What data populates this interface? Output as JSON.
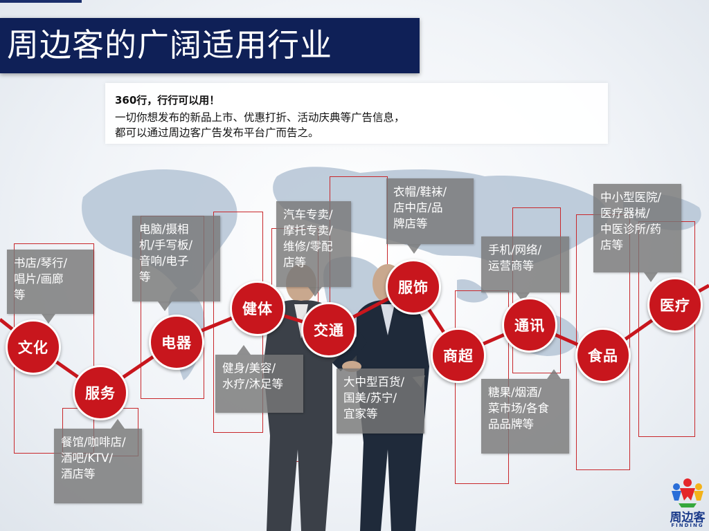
{
  "slide": {
    "title": "周边客的广阔适用行业",
    "intro": {
      "line1": "360行，行行可以用！",
      "line2": "一切你想发布的新品上市、优惠打折、活动庆典等广告信息，",
      "line3": "都可以通过周边客广告发布平台广而告之。"
    }
  },
  "industries": [
    {
      "name": "文化",
      "desc": "书店/琴行/\n唱片/画廊\n等"
    },
    {
      "name": "服务",
      "desc": "餐馆/咖啡店/\n酒吧/KTV/\n酒店等"
    },
    {
      "name": "电器",
      "desc": "电脑/摄相\n机/手写板/\n音响/电子\n等"
    },
    {
      "name": "健体",
      "desc": "健身/美容/\n水疗/沐足等"
    },
    {
      "name": "交通",
      "desc": "汽车专卖/\n摩托专卖/\n维修/零配\n店等"
    },
    {
      "name": "服饰",
      "desc": "衣帽/鞋袜/\n店中店/品\n牌店等"
    },
    {
      "name": "商超",
      "desc": "大中型百货/\n国美/苏宁/\n宜家等"
    },
    {
      "name": "通讯",
      "desc": "手机/网络/\n运营商等"
    },
    {
      "name": "食品",
      "desc": "糖果/烟酒/\n菜市场/各食\n品品牌等"
    },
    {
      "name": "医疗",
      "desc": "中小型医院/\n医疗器械/\n中医诊所/药\n店等"
    }
  ],
  "logo": {
    "cn": "周边客",
    "en": "FINDING"
  },
  "colors": {
    "accent": "#c8161d",
    "title_bg": "#0f2057",
    "box": "#787878"
  }
}
